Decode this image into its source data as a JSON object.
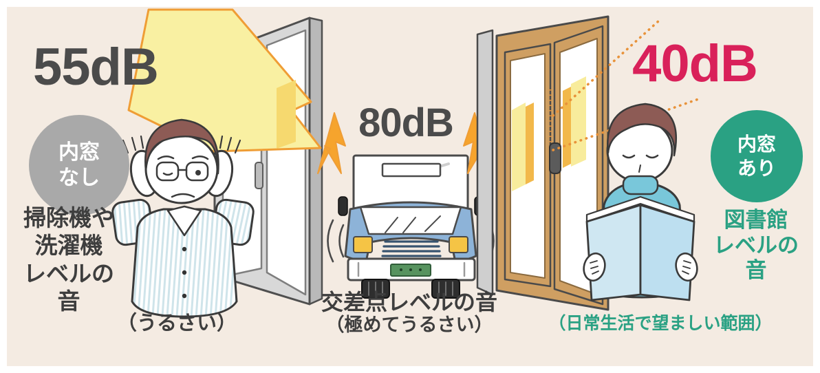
{
  "colors": {
    "panel_bg": "#f4ebe2",
    "db_gray": "#4b4b4b",
    "db_red": "#d9215a",
    "accent_green": "#2aa183",
    "badge_gray": "#a9a9a9",
    "badge_text": "#ffffff",
    "bolt_pale_yellow": "#f9f0a2",
    "bolt_orange": "#f6a42d",
    "window_gray": "#d8d8d8",
    "window_wood": "#cf9f62",
    "truck_blue": "#8db3d8",
    "sweater_teal": "#79c7da"
  },
  "scenes": {
    "no_inner_window": {
      "db": "55dB",
      "badge": {
        "line1": "内窓",
        "line2": "なし"
      },
      "desc": {
        "line1": "掃除機や",
        "line2": "洗濯機",
        "line3": "レベルの",
        "line4": "音"
      },
      "caption": "（うるさい）"
    },
    "traffic": {
      "db": "80dB",
      "desc": "交差点レベルの音",
      "caption": "（極めてうるさい）"
    },
    "with_inner_window": {
      "db": "40dB",
      "badge": {
        "line1": "内窓",
        "line2": "あり"
      },
      "desc": {
        "line1": "図書館",
        "line2": "レベルの",
        "line3": "音"
      },
      "caption": "（日常生活で望ましい範囲）"
    }
  },
  "icons": {
    "left_window": "single-sliding-window-icon",
    "right_window": "double-window-with-inner-sash-icon",
    "big_noise": "lightning-bolt-icon",
    "passed_noise_left": "small-lightning-arrow-icon",
    "incoming_noise_right": "small-lightning-arrow-icon",
    "attenuated_noise": "faded-lightning-dotted-line-icon",
    "truck": "truck-front-icon",
    "truck_sound": "sound-wave-arcs-icon",
    "person_left": "person-covering-ears-icon",
    "person_right": "person-reading-book-icon"
  }
}
